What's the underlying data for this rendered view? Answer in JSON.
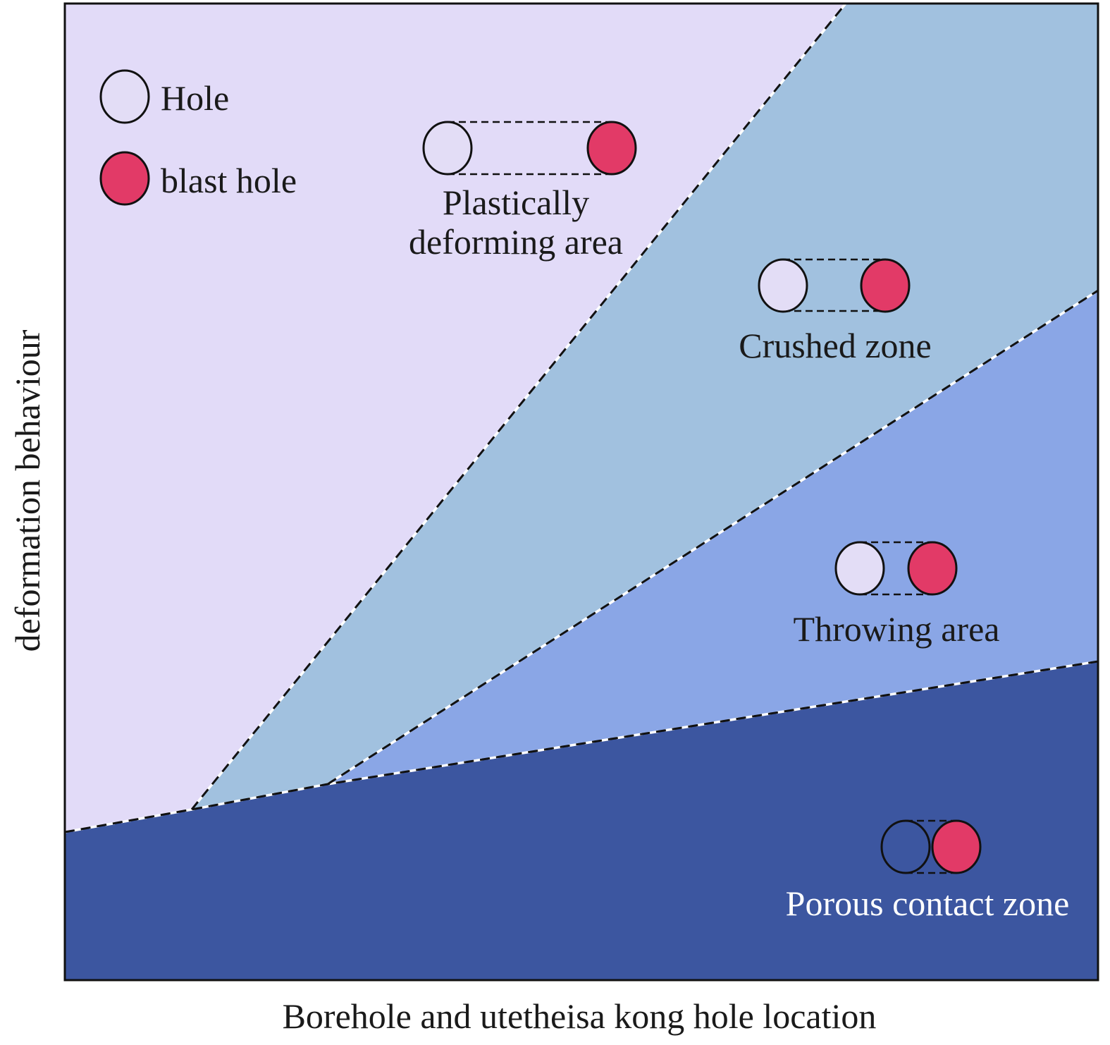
{
  "axes": {
    "x_label": "Borehole and utetheisa kong hole location",
    "y_label": "deformation behaviour"
  },
  "legend": [
    {
      "label": "Hole",
      "icon": "empty-hole-icon",
      "color": "#e3ddf6"
    },
    {
      "label": "blast hole",
      "icon": "blast-hole-icon",
      "color": "#e23a67"
    }
  ],
  "zones": [
    {
      "id": "plastic",
      "label_lines": [
        "Plastically",
        "deforming area"
      ],
      "color": "#e2dbf8",
      "text_color": "#1a1a1a"
    },
    {
      "id": "crushed",
      "label_lines": [
        "Crushed zone"
      ],
      "color": "#a1c1df",
      "text_color": "#1a1a1a"
    },
    {
      "id": "throwing",
      "label_lines": [
        "Throwing area"
      ],
      "color": "#8aa6e6",
      "text_color": "#1a1a1a"
    },
    {
      "id": "porous",
      "label_lines": [
        "Porous contact zone"
      ],
      "color": "#3c56a0",
      "text_color": "#ffffff"
    }
  ],
  "colors": {
    "hole_fill": "#e3ddf6",
    "blast_fill": "#e23a67",
    "outline": "#111111"
  }
}
